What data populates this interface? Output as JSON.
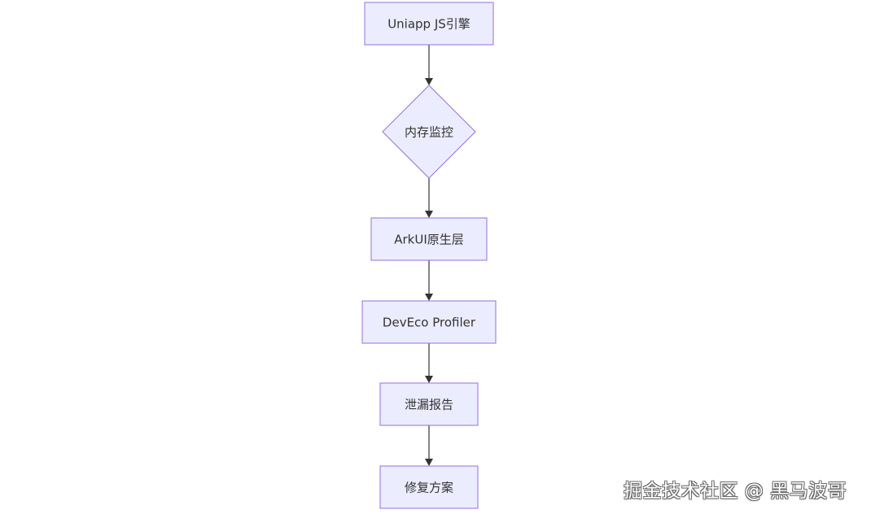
{
  "diagram": {
    "nodes": [
      {
        "id": "js-engine",
        "label": "Uniapp JS引擎",
        "shape": "rect"
      },
      {
        "id": "memory-monitor",
        "label": "内存监控",
        "shape": "diamond"
      },
      {
        "id": "arkui-layer",
        "label": "ArkUI原生层",
        "shape": "rect"
      },
      {
        "id": "deveco-profiler",
        "label": "DevEco Profiler",
        "shape": "rect"
      },
      {
        "id": "leak-report",
        "label": "泄漏报告",
        "shape": "rect"
      },
      {
        "id": "fix-plan",
        "label": "修复方案",
        "shape": "rect"
      }
    ],
    "edges": [
      {
        "from": "js-engine",
        "to": "memory-monitor"
      },
      {
        "from": "memory-monitor",
        "to": "arkui-layer"
      },
      {
        "from": "arkui-layer",
        "to": "deveco-profiler"
      },
      {
        "from": "deveco-profiler",
        "to": "leak-report"
      },
      {
        "from": "leak-report",
        "to": "fix-plan"
      }
    ],
    "colors": {
      "node_fill": "#ececff",
      "node_stroke": "#9370db",
      "edge": "#333333",
      "text": "#333333"
    }
  },
  "watermark": {
    "text": "掘金技术社区 @ 黑马波哥"
  }
}
